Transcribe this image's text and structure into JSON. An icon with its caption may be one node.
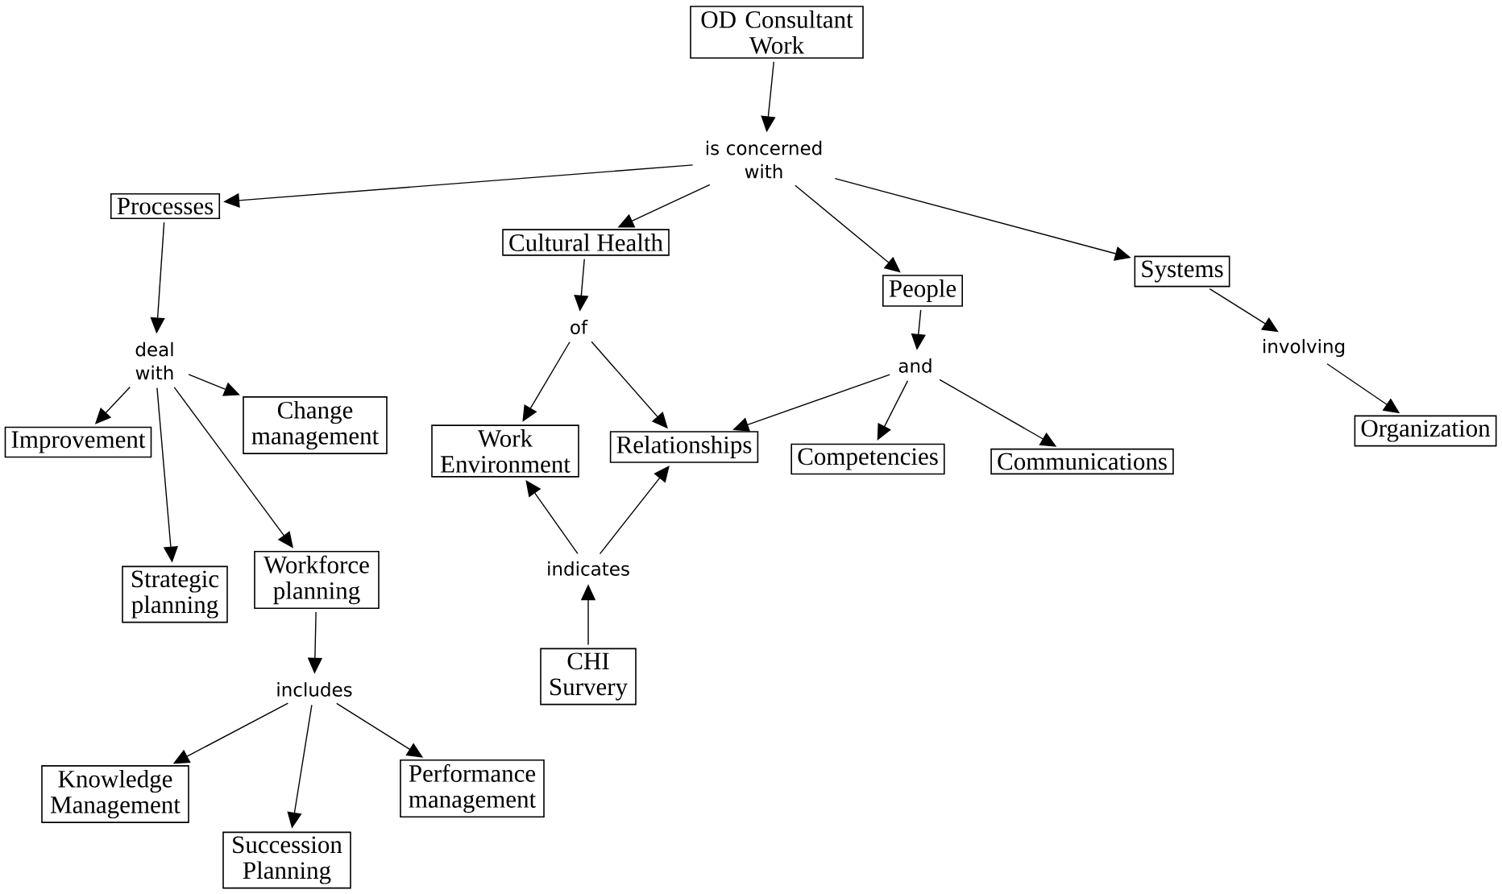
{
  "diagram": {
    "nodes": [
      {
        "text": [
          "OD Consultant Work"
        ]
      },
      {
        "text": [
          "is concerned with"
        ]
      },
      {
        "text": [
          "Processes"
        ]
      },
      {
        "text": [
          "Cultural Health"
        ]
      },
      {
        "text": [
          "People"
        ]
      },
      {
        "text": [
          "Systems"
        ]
      },
      {
        "text": [
          "deal with"
        ]
      },
      {
        "text": [
          "of"
        ]
      },
      {
        "text": [
          "and"
        ]
      },
      {
        "text": [
          "involving"
        ]
      },
      {
        "text": [
          "Improvement"
        ]
      },
      {
        "text": [
          "Change management"
        ]
      },
      {
        "text": [
          "Work Environment"
        ]
      },
      {
        "text": [
          "Relationships"
        ]
      },
      {
        "text": [
          "Competencies"
        ]
      },
      {
        "text": [
          "Communications"
        ]
      },
      {
        "text": [
          "Organization"
        ]
      },
      {
        "text": [
          "Strategic planning"
        ]
      },
      {
        "text": [
          "Workforce planning"
        ]
      },
      {
        "text": [
          "indicates"
        ]
      },
      {
        "text": [
          "CHI Survery"
        ]
      },
      {
        "text": [
          "includes"
        ]
      },
      {
        "text": [
          "Knowledge Management"
        ]
      },
      {
        "text": [
          "Performance management"
        ]
      },
      {
        "text": [
          "Succession Planning"
        ]
      }
    ],
    "edges": [
      {
        "from": 0,
        "to": 1,
        "arrow": "to"
      },
      {
        "from": 1,
        "to": 2,
        "arrow": "to"
      },
      {
        "from": 1,
        "to": 3,
        "arrow": "to"
      },
      {
        "from": 1,
        "to": 4,
        "arrow": "to"
      },
      {
        "from": 1,
        "to": 5,
        "arrow": "to"
      },
      {
        "from": 2,
        "to": 6,
        "arrow": "to"
      },
      {
        "from": 3,
        "to": 7,
        "arrow": "to"
      },
      {
        "from": 4,
        "to": 8,
        "arrow": "to"
      },
      {
        "from": 5,
        "to": 9,
        "arrow": "to"
      },
      {
        "from": 6,
        "to": 10,
        "arrow": "to"
      },
      {
        "from": 6,
        "to": 11,
        "arrow": "to"
      },
      {
        "from": 6,
        "to": 17,
        "arrow": "to"
      },
      {
        "from": 6,
        "to": 18,
        "arrow": "to"
      },
      {
        "from": 7,
        "to": 12,
        "arrow": "to"
      },
      {
        "from": 7,
        "to": 13,
        "arrow": "to"
      },
      {
        "from": 8,
        "to": 13,
        "arrow": "to"
      },
      {
        "from": 8,
        "to": 14,
        "arrow": "to"
      },
      {
        "from": 8,
        "to": 15,
        "arrow": "to"
      },
      {
        "from": 9,
        "to": 16,
        "arrow": "to"
      },
      {
        "from": 20,
        "to": 19,
        "arrow": "to"
      },
      {
        "from": 19,
        "to": 12,
        "arrow": "to"
      },
      {
        "from": 19,
        "to": 13,
        "arrow": "to"
      },
      {
        "from": 18,
        "to": 21,
        "arrow": "to"
      },
      {
        "from": 21,
        "to": 22,
        "arrow": "to"
      },
      {
        "from": 21,
        "to": 24,
        "arrow": "to"
      },
      {
        "from": 21,
        "to": 23,
        "arrow": "to"
      }
    ]
  }
}
